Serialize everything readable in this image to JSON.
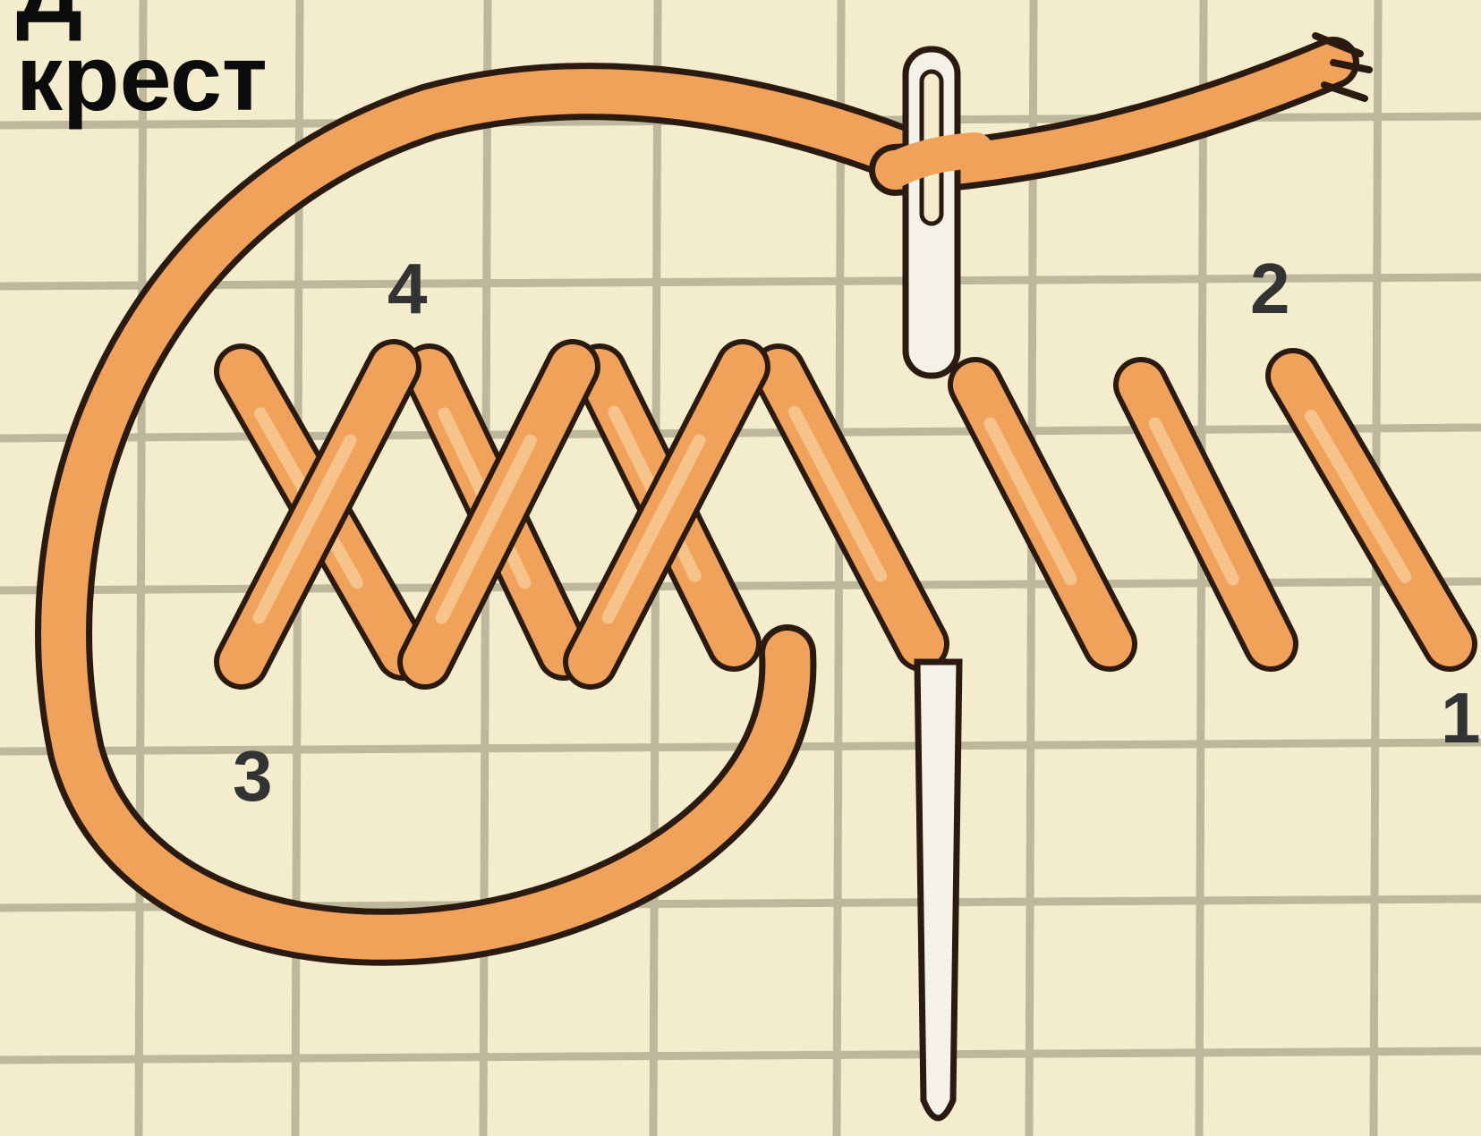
{
  "title_lines": [
    "Д",
    "крест"
  ],
  "labels": [
    "4",
    "2",
    "3",
    "1"
  ],
  "colors": {
    "fabric": "#f3eccd",
    "grid": "#bdb79c",
    "thread": "#f0a25b",
    "thread_highlight": "#f6c48a",
    "outline": "#2b1a10",
    "needle": "#f4f1e8",
    "label": "#333333"
  },
  "icons": [
    "needle-icon",
    "thread-icon"
  ]
}
